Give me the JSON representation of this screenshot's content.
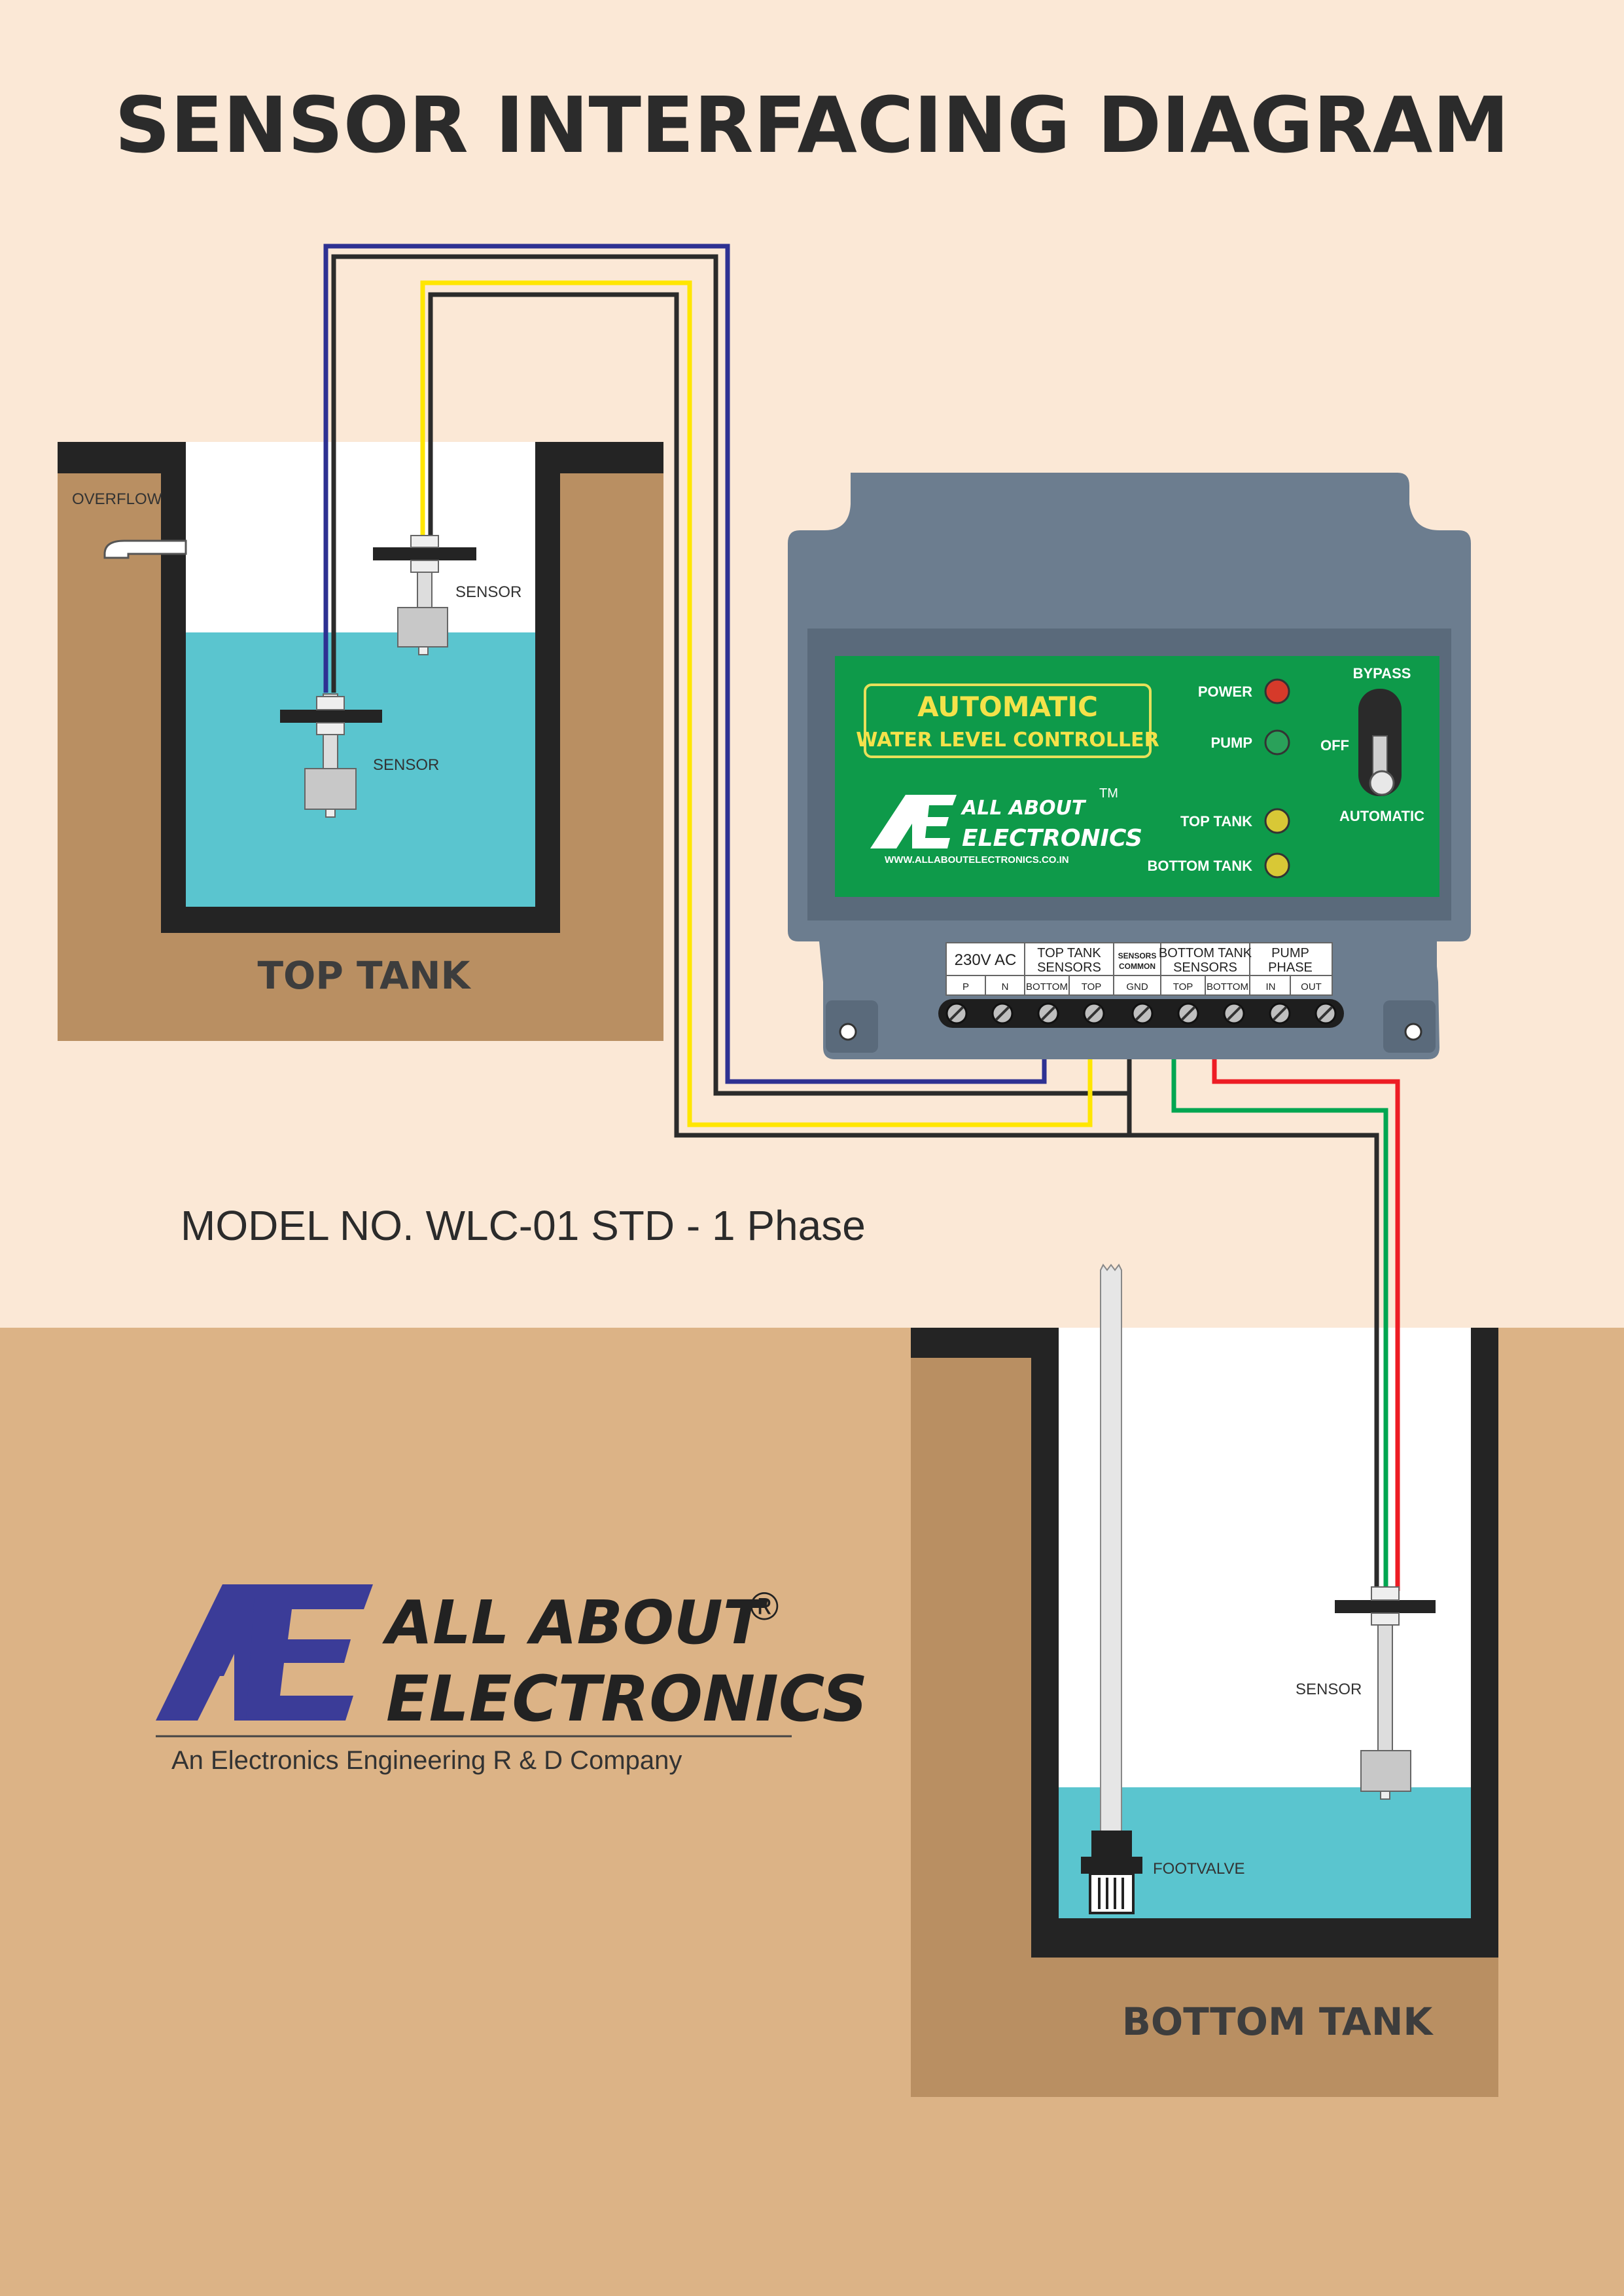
{
  "title": "SENSOR INTERFACING DIAGRAM",
  "model": "MODEL NO. WLC-01 STD - 1 Phase",
  "top_tank": {
    "label": "TOP TANK",
    "overflow_label": "OVERFLOW",
    "upper_sensor_label": "SENSOR",
    "lower_sensor_label": "SENSOR"
  },
  "bottom_tank": {
    "label": "BOTTOM TANK",
    "sensor_label": "SENSOR",
    "footvalve_label": "FOOTVALVE"
  },
  "controller": {
    "brand_title": "AUTOMATIC",
    "brand_subtitle": "WATER LEVEL CONTROLLER",
    "logo_line1": "ALL ABOUT",
    "logo_line2": "ELECTRONICS",
    "tm": "TM",
    "website": "WWW.ALLABOUTELECTRONICS.CO.IN",
    "leds": [
      {
        "label": "POWER",
        "color": "#d63a2a"
      },
      {
        "label": "PUMP",
        "color": "#2aa15a"
      },
      {
        "label": "TOP TANK",
        "color": "#d8c836"
      },
      {
        "label": "BOTTOM TANK",
        "color": "#d8c836"
      }
    ],
    "switch": {
      "bypass": "BYPASS",
      "off": "OFF",
      "automatic": "AUTOMATIC"
    },
    "terminal_groups": [
      "230V AC",
      "TOP TANK",
      "SENSORS",
      "SENSORS",
      "COMMON",
      "BOTTOM TANK",
      "SENSORS",
      "PUMP",
      "PHASE"
    ],
    "terminal_labels": [
      "P",
      "N",
      "BOTTOM",
      "TOP",
      "GND",
      "TOP",
      "BOTTOM",
      "IN",
      "OUT"
    ]
  },
  "company": {
    "line1": "ALL  ABOUT",
    "line2": "ELECTRONICS",
    "registered": "®",
    "tagline": "An Electronics Engineering R & D Company"
  },
  "colors": {
    "background": "#fbe8d6",
    "ground": "#dcb386",
    "soil": "#b98f62",
    "water": "#5ac5cf",
    "panel_green": "#0e9a4a",
    "housing": "#6c7d8f",
    "wire_blue": "#2e3192",
    "wire_yellow": "#ffe600",
    "wire_black": "#2b2b2b",
    "wire_green": "#00a651",
    "wire_red": "#ed1c24",
    "logo_blue": "#3b3c98"
  },
  "icons": [
    "ae-logo-icon",
    "float-sensor-icon",
    "footvalve-icon",
    "toggle-switch-icon"
  ]
}
